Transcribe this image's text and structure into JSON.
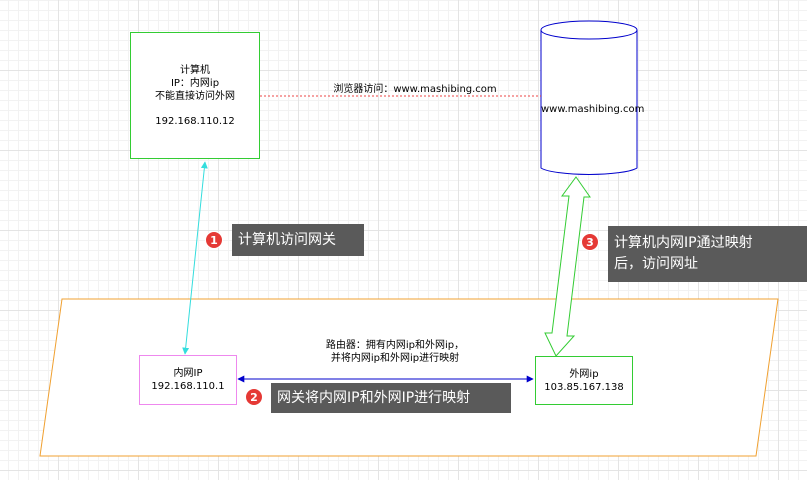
{
  "computer": {
    "title": "计算机",
    "ip_line": "IP：内网ip",
    "note": "不能直接访问外网",
    "address": "192.168.110.12"
  },
  "server": {
    "label": "www.mashibing.com"
  },
  "browser_link": {
    "label": "浏览器访问：www.mashibing.com"
  },
  "router": {
    "line1": "路由器：拥有内网ip和外网ip，",
    "line2": "并将内网ip和外网ip进行映射"
  },
  "internal_ip": {
    "title": "内网IP",
    "address": "192.168.110.1"
  },
  "external_ip": {
    "title": "外网ip",
    "address": "103.85.167.138"
  },
  "callouts": [
    {
      "number": "1",
      "text": "计算机访问网关"
    },
    {
      "number": "2",
      "text": "网关将内网IP和外网IP进行映射"
    },
    {
      "number": "3",
      "line1": "计算机内网IP通过映射",
      "line2": "后，访问网址"
    }
  ],
  "colors": {
    "computer_border": "#33cc33",
    "server_border": "#0000cc",
    "router_border": "#f0a030",
    "internal_border": "#ee88ee",
    "external_border": "#33cc33",
    "cyan_arrow": "#33dddd",
    "blue_arrow": "#0000cc",
    "green_arrow": "#33cc33",
    "dashed_link": "#ee4444",
    "callout_bg": "#5a5a5a",
    "badge": "#e53935"
  }
}
